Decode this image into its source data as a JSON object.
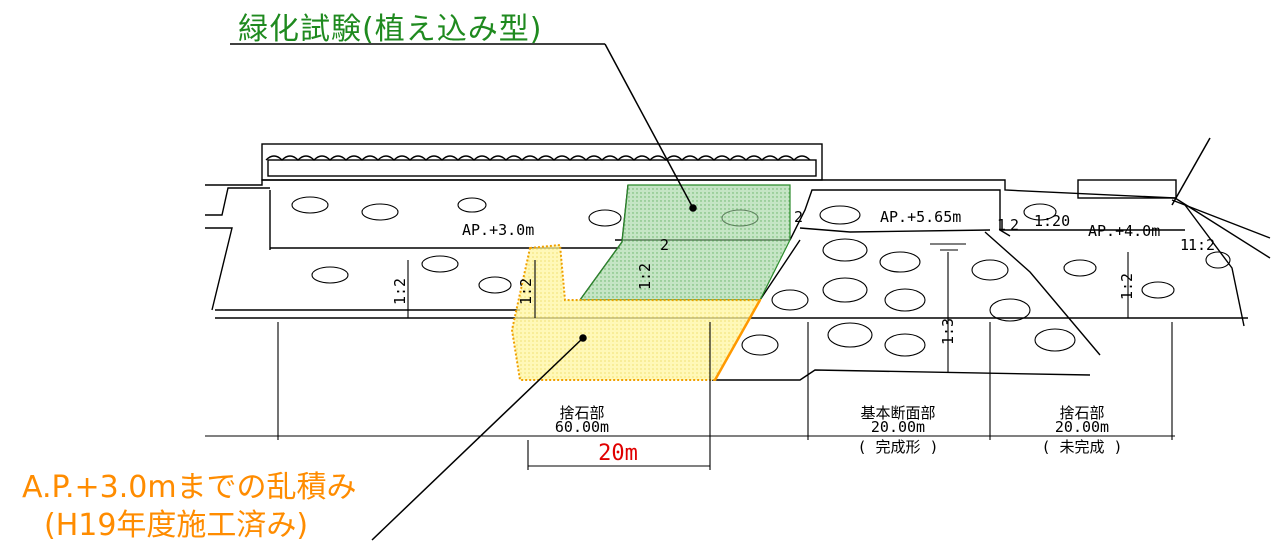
{
  "title_callout": {
    "text": "緑化試験(植え込み型)",
    "color": "#1f8a1f"
  },
  "orange_callout": {
    "line1": "A.P.+3.0mまでの乱積み",
    "line2": "(H19年度施工済み)",
    "color": "#ff8c00"
  },
  "elevations": {
    "left_berm": "AP.+3.0m",
    "center_crest": "AP.+5.65m",
    "right_berm": "AP.+4.0m"
  },
  "slopes": {
    "s_1_2_a": "1:2",
    "s_1_2_b": "1:2",
    "s_1_2_c": "1:2",
    "s_1_2_d": "1:2",
    "s_1_2_e": "1:2",
    "s_1_3": "1:3",
    "s_1_20": "1:20",
    "s_2_a": "2",
    "s_2_b": "2",
    "s_2_c": "2",
    "s_1_a": "1",
    "s_1_b": "1"
  },
  "sections": [
    {
      "name": "捨石部",
      "length": "60.00m",
      "note": ""
    },
    {
      "name": "基本断面部",
      "length": "20.00m",
      "note": "( 完成形 )"
    },
    {
      "name": "捨石部",
      "length": "20.00m",
      "note": "( 未完成 )"
    }
  ],
  "red_dimension": {
    "text": "20m",
    "color": "#e00000"
  },
  "colors": {
    "line": "#000000",
    "green_fill": "#9fd49f",
    "yellow_fill": "#fff5a0"
  }
}
